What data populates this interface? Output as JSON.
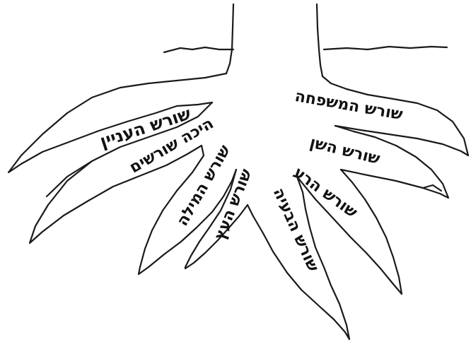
{
  "colors": {
    "ink": "#1a1a1a",
    "background": "#ffffff"
  },
  "roots": [
    {
      "id": "interest",
      "label": "שורש העניין"
    },
    {
      "id": "how-roots",
      "label": "היכה שורשים"
    },
    {
      "id": "word",
      "label": "שורש המילה"
    },
    {
      "id": "tree",
      "label": "שורש העץ"
    },
    {
      "id": "problem",
      "label": "שורש הבעיה"
    },
    {
      "id": "evil",
      "label": "שורש הרע"
    },
    {
      "id": "tooth",
      "label": "שורש השן"
    },
    {
      "id": "family",
      "label": "שורש המשפחה"
    }
  ]
}
